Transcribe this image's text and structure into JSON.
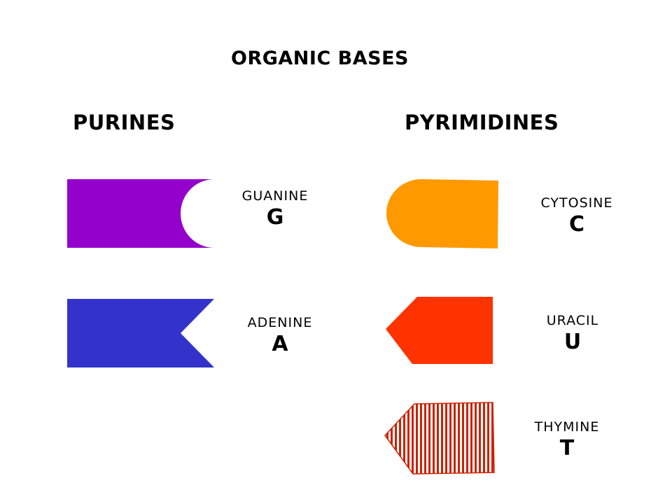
{
  "title": "ORGANIC BASES",
  "groups": {
    "purines": "PURINES",
    "pyrimidines": "PYRIMIDINES"
  },
  "bases": {
    "guanine": {
      "name": "GUANINE",
      "letter": "G",
      "color": "#9400CC"
    },
    "adenine": {
      "name": "ADENINE",
      "letter": "A",
      "color": "#3333CC"
    },
    "cytosine": {
      "name": "CYTOSINE",
      "letter": "C",
      "color": "#FF9900"
    },
    "uracil": {
      "name": "URACIL",
      "letter": "U",
      "color": "#FF3300"
    },
    "thymine": {
      "name": "THYMINE",
      "letter": "T",
      "color": "#CC2200"
    }
  }
}
